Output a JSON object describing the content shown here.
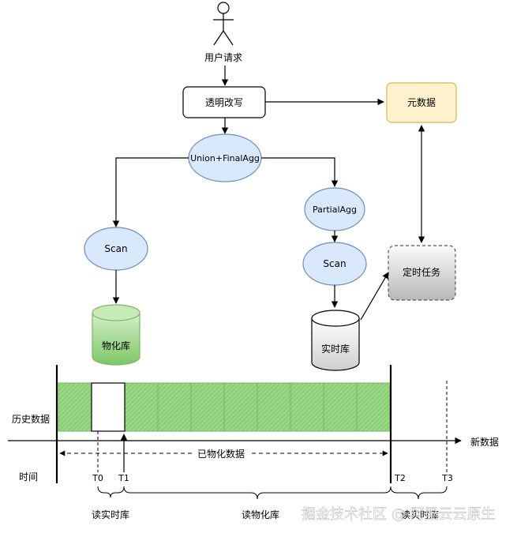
{
  "nodes": {
    "user_request": "用户请求",
    "transparent_rewrite": "透明改写",
    "metadata": "元数据",
    "union_finalagg": "Union+FinalAgg",
    "partialagg": "PartialAgg",
    "scan_left": "Scan",
    "scan_right": "Scan",
    "materialized_store": "物化库",
    "realtime_store": "实时库",
    "scheduled_task": "定时任务"
  },
  "timeline": {
    "history_label": "历史数据",
    "new_data_label": "新数据",
    "materialized_span_label": "已物化数据",
    "time_label": "时间",
    "ticks": [
      "T0",
      "T1",
      "T2",
      "T3"
    ],
    "read_realtime_label": "读实时库",
    "read_materialized_label": "读物化库",
    "read_right_label": "读实时库"
  },
  "watermark": "掘金技术社区 @ 阿里云云原生",
  "colors": {
    "blue_fill": "#dae8fc",
    "blue_stroke": "#6c8ebf",
    "orange_fill": "#fff2cc",
    "orange_stroke": "#d6b656",
    "green_fill": "#8fd07a",
    "green_stroke": "#82b366",
    "gray_fill": "#d5d5d5"
  }
}
